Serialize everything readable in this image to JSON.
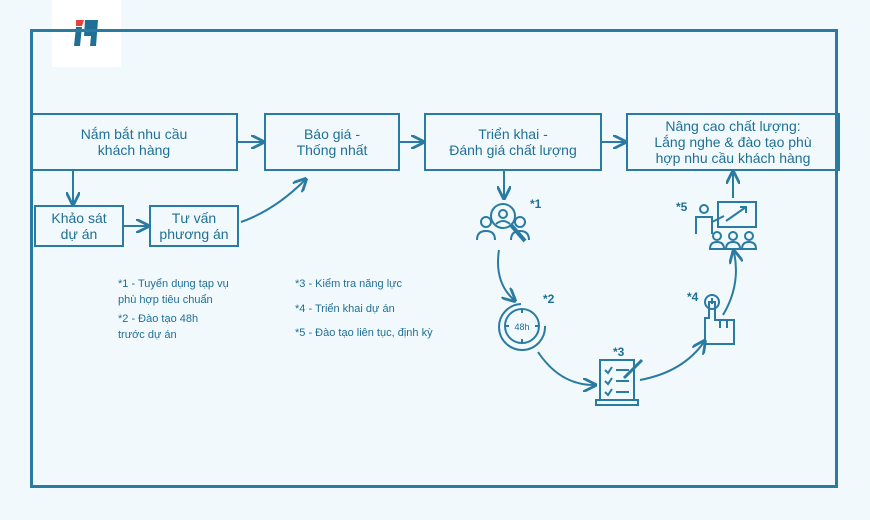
{
  "diagram": {
    "boxes": {
      "needs": "Nắm bắt nhu cầu\nkhách hàng",
      "survey": "Khảo sát\ndự án",
      "consult": "Tư vấn\nphương án",
      "quote": "Báo giá -\nThống nhất",
      "deploy": "Triển khai -\nĐánh giá chất lượng",
      "improve": "Nâng cao chất lượng:\nLắng nghe & đào tạo phù\nhợp  nhu cầu khách hàng"
    },
    "notes": {
      "n1": "*1 - Tuyển dụng tạp vụ\nphù hợp tiêu chuẩn",
      "n2": "*2 - Đào tạo 48h\ntrước dự án",
      "n3": "*3 - Kiểm tra năng lực",
      "n4": "*4 - Triển khai dự án",
      "n5": "*5  - Đào tạo liên tục, định kỳ"
    },
    "steps": {
      "s1": "*1",
      "s2": "*2",
      "s3": "*3",
      "s4": "*4",
      "s5": "*5"
    },
    "clock_label": "48h"
  },
  "colors": {
    "primary": "#2a7ba2",
    "text": "#1f6f96",
    "logo_red": "#e8413a",
    "logo_blue": "#1f6f96",
    "background": "#f2f9fc"
  },
  "icons": [
    "logo-icon",
    "search-people-icon",
    "clock-48h-icon",
    "checklist-icon",
    "hand-click-icon",
    "presentation-icon"
  ]
}
